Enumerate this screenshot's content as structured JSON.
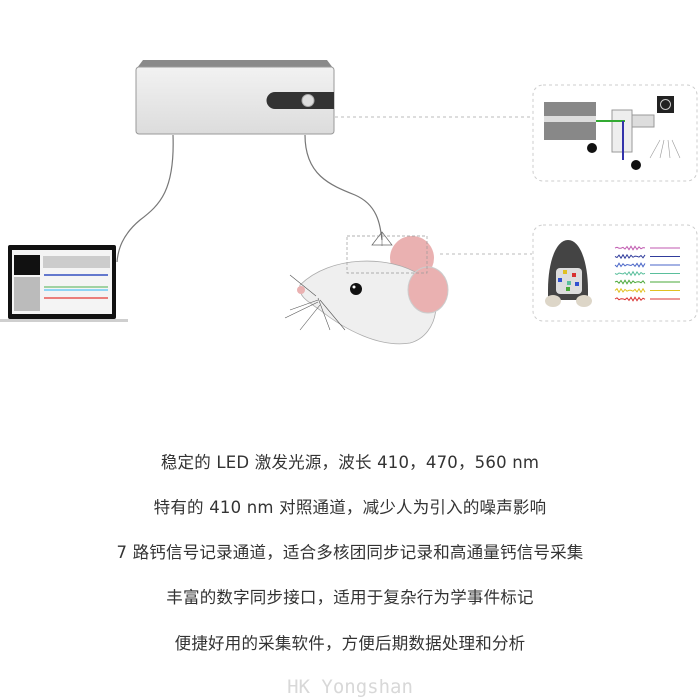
{
  "features": [
    "稳定的 LED 激发光源，波长 410，470，560 nm",
    "特有的 410 nm 对照通道，减少人为引入的噪声影响",
    "7 路钙信号记录通道，适合多核团同步记录和高通量钙信号采集",
    "丰富的数字同步接口，适用于复杂行为学事件标记",
    "便捷好用的采集软件，方便后期数据处理和分析"
  ],
  "watermark": "HK Yongshan",
  "colors": {
    "text": "#333333",
    "device_body": "#e6e6e6",
    "device_strip": "#333333",
    "ear_pink": "#eab1b1",
    "trace_colors": [
      "#c05ab0",
      "#303c9c",
      "#4a66c8",
      "#5abf9c",
      "#4aa838",
      "#e0c020",
      "#d83030"
    ]
  }
}
